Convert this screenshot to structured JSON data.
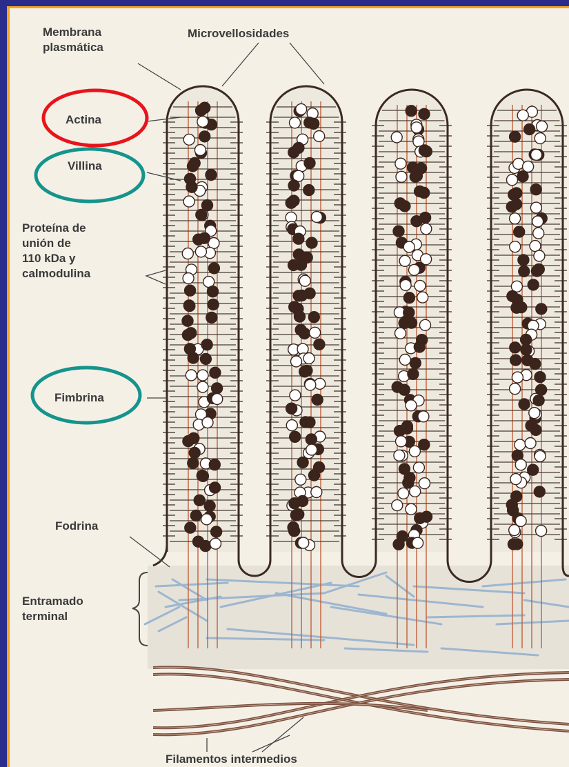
{
  "labels": {
    "membrana": [
      "Membrana",
      "plasmática"
    ],
    "microvellosidades": "Microvellosidades",
    "actina": "Actina",
    "villina": "Villina",
    "proteina": [
      "Proteína de",
      "unión de",
      "110 kDa y",
      "calmodulina"
    ],
    "fimbrina": "Fimbrina",
    "fodrina": "Fodrina",
    "entramado": [
      "Entramado",
      "terminal"
    ],
    "filamentos": "Filamentos intermedios"
  },
  "highlight_colors": {
    "actina": "#e8141c",
    "villina": "#14948c",
    "fimbrina": "#14948c"
  },
  "colors": {
    "background_frame": "#2b2d8c",
    "frame_border": "#f3a51c",
    "paper": "#f4f0e6",
    "membrane": "#3a2a22",
    "actin_filament": "#c0603a",
    "terminal_web": "#9db6d0",
    "intermediate_filament": "#7a5040",
    "protein_dot_dark": "#3a241c",
    "protein_dot_light": "#ffffff"
  }
}
